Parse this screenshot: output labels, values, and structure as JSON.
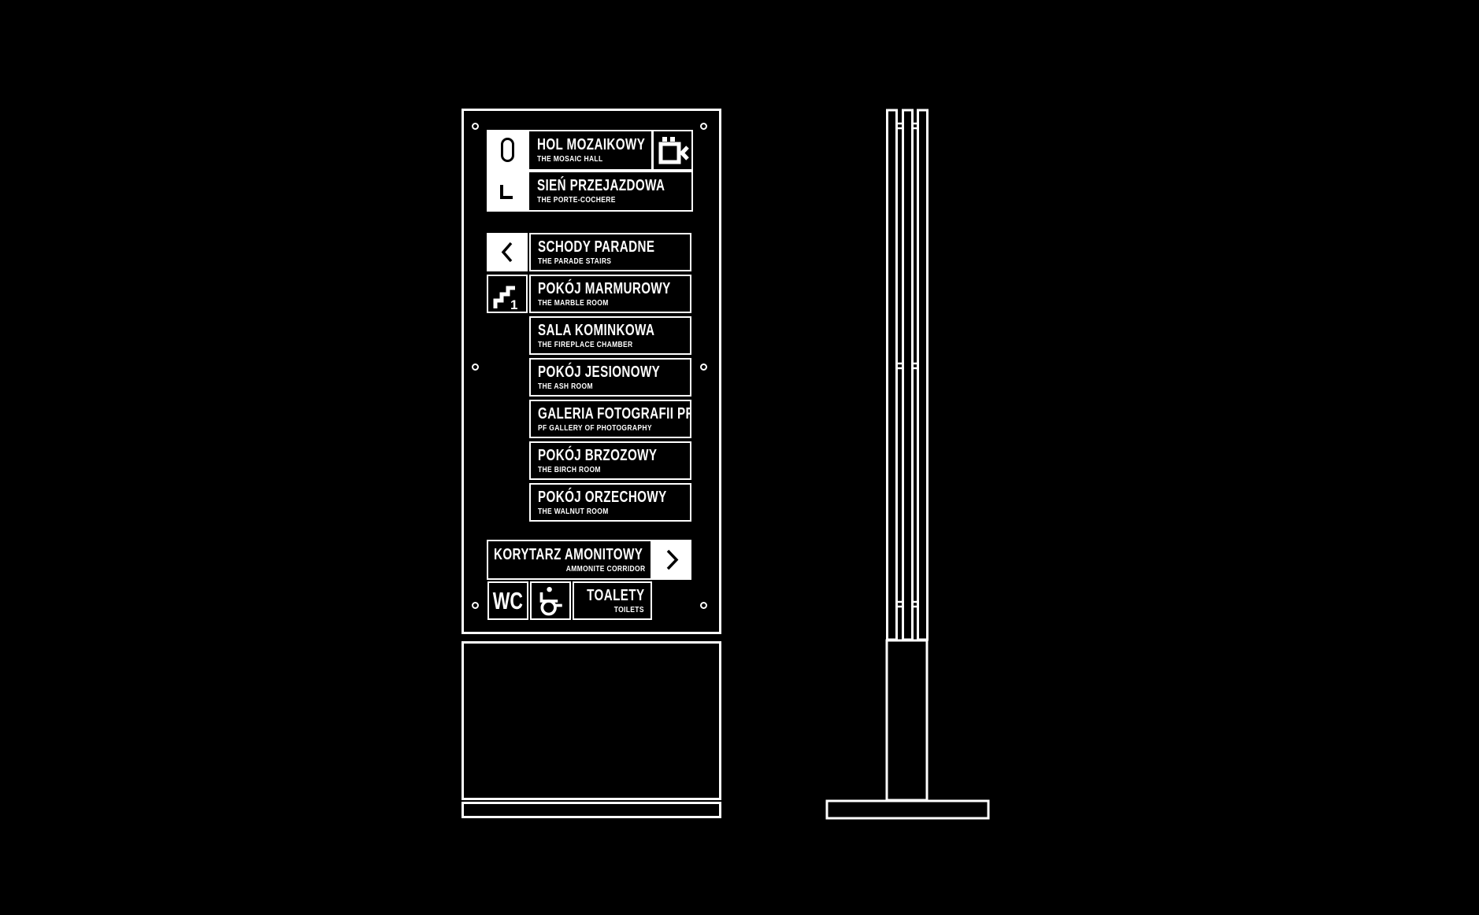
{
  "colors": {
    "background": "#000000",
    "line": "#ffffff"
  },
  "front": {
    "top_block": {
      "icons": {
        "level_pill": "level-0-icon",
        "corner_mark": "corner-l-icon",
        "row1_right": "camera-chevron-left-icon"
      },
      "rows": [
        {
          "title": "HOL MOZAIKOWY",
          "subtitle": "THE MOSAIC HALL"
        },
        {
          "title": "SIEŃ PRZEJAZDOWA",
          "subtitle": "THE PORTE-COCHERE"
        }
      ]
    },
    "list_block": {
      "icons": {
        "direction": "chevron-left-icon",
        "stairs": "stairs-up-icon"
      },
      "stairs_level": "1",
      "rows": [
        {
          "title": "SCHODY PARADNE",
          "subtitle": "THE PARADE STAIRS"
        },
        {
          "title": "POKÓJ MARMUROWY",
          "subtitle": "THE MARBLE ROOM"
        },
        {
          "title": "SALA KOMINKOWA",
          "subtitle": "THE FIREPLACE CHAMBER"
        },
        {
          "title": "POKÓJ JESIONOWY",
          "subtitle": "THE ASH ROOM"
        },
        {
          "title": "GALERIA FOTOGRAFII PF",
          "subtitle": "PF GALLERY OF PHOTOGRAPHY"
        },
        {
          "title": "POKÓJ BRZOZOWY",
          "subtitle": "THE BIRCH ROOM"
        },
        {
          "title": "POKÓJ ORZECHOWY",
          "subtitle": "THE WALNUT ROOM"
        }
      ]
    },
    "bottom_block": {
      "corridor": {
        "title": "KORYTARZ AMONITOWY",
        "subtitle": "AMMONITE CORRIDOR",
        "icon": "chevron-right-icon"
      },
      "toilets": {
        "wc": "WC",
        "icon": "wheelchair-icon",
        "title": "TOALETY",
        "subtitle": "TOILETS"
      }
    }
  }
}
